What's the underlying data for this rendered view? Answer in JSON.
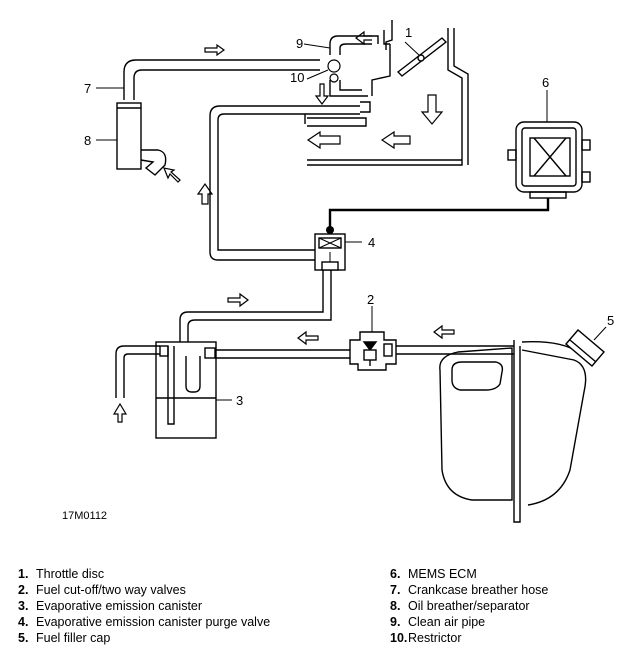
{
  "figure_id": "17M0112",
  "callouts": [
    "1",
    "2",
    "3",
    "4",
    "5",
    "6",
    "7",
    "8",
    "9",
    "10"
  ],
  "legend": [
    {
      "num": "1.",
      "label": "Throttle disc"
    },
    {
      "num": "2.",
      "label": "Fuel cut-off/two way valves"
    },
    {
      "num": "3.",
      "label": "Evaporative emission canister"
    },
    {
      "num": "4.",
      "label": "Evaporative emission canister purge valve"
    },
    {
      "num": "5.",
      "label": "Fuel filler cap"
    },
    {
      "num": "6.",
      "label": "MEMS ECM"
    },
    {
      "num": "7.",
      "label": "Crankcase breather hose"
    },
    {
      "num": "8.",
      "label": "Oil breather/separator"
    },
    {
      "num": "9.",
      "label": "Clean air pipe"
    },
    {
      "num": "10.",
      "label": "Restrictor"
    }
  ]
}
